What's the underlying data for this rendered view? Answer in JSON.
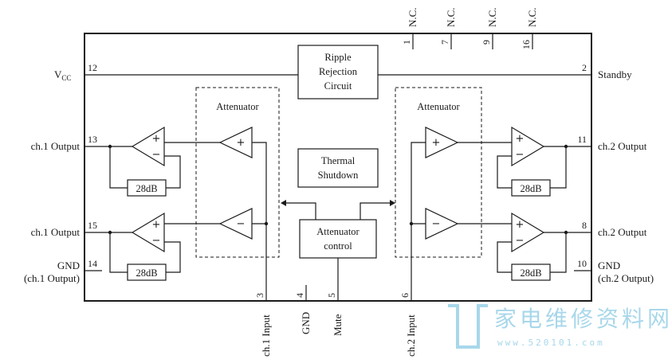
{
  "pins": {
    "vcc": {
      "name": "V",
      "sub": "CC",
      "num": "12"
    },
    "standby": {
      "name": "Standby",
      "num": "2"
    },
    "ch1_out_a": {
      "name": "ch.1 Output",
      "num": "13"
    },
    "ch1_out_b": {
      "name": "ch.1 Output",
      "num": "15"
    },
    "ch2_out_a": {
      "name": "ch.2 Output",
      "num": "11"
    },
    "ch2_out_b": {
      "name": "ch.2 Output",
      "num": "8"
    },
    "gnd_ch1": {
      "name": "GND",
      "sub": "(ch.1 Output)",
      "num": "14"
    },
    "gnd_ch2": {
      "name": "GND",
      "sub": "(ch.2 Output)",
      "num": "10"
    },
    "nc": [
      {
        "name": "N.C.",
        "num": "1"
      },
      {
        "name": "N.C.",
        "num": "7"
      },
      {
        "name": "N.C.",
        "num": "9"
      },
      {
        "name": "N.C.",
        "num": "16"
      }
    ],
    "bottom": [
      {
        "name": "ch.1 Input",
        "num": "3"
      },
      {
        "name": "GND",
        "num": "4"
      },
      {
        "name": "Mute",
        "num": "5"
      },
      {
        "name": "ch.2 Input",
        "num": "6"
      }
    ]
  },
  "blocks": {
    "ripple": [
      "Ripple",
      "Rejection",
      "Circuit"
    ],
    "thermal": [
      "Thermal",
      "Shutdown"
    ],
    "att_control": [
      "Attenuator",
      "control"
    ],
    "attenuator_label": "Attenuator",
    "gain_label": "28dB"
  },
  "symbols": {
    "plus": "+",
    "minus": "−"
  },
  "watermark": {
    "cn": "家电维修资料网",
    "url": "www.520101.com"
  }
}
